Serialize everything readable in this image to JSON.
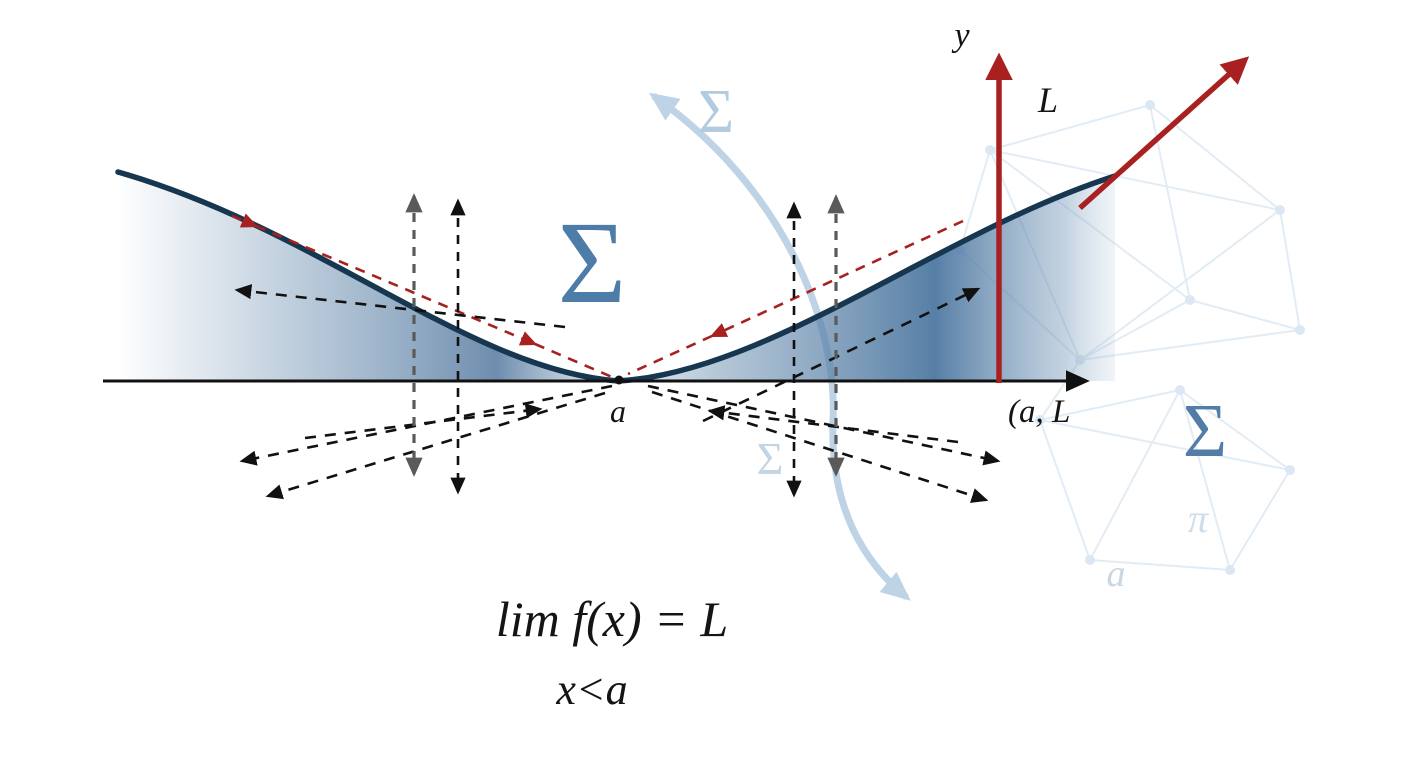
{
  "diagram": {
    "title": "one-sided limit illustration",
    "labels": {
      "y_axis": "y",
      "limit_value": "L",
      "point_a": "a",
      "point_coord": "(a, L",
      "sigma_top": "Σ",
      "sigma_large": "Σ",
      "sigma_right": "Σ",
      "sigma_faint": "Σ",
      "faint_pi": "π",
      "faint_a": "a"
    },
    "formula": {
      "line1": "lim f(x) = L",
      "line2": "x<a"
    },
    "colors": {
      "curve": "#17364f",
      "axis": "#111111",
      "accent_red": "#a82020",
      "shade_blue": "#4a7099",
      "sigma_light": "#b3cbdf",
      "sigma_steel": "#4e7ca8",
      "arc_blue": "#bed3e5",
      "network": "#d9e6f1",
      "gray_arrow": "#5a5a5a"
    }
  }
}
